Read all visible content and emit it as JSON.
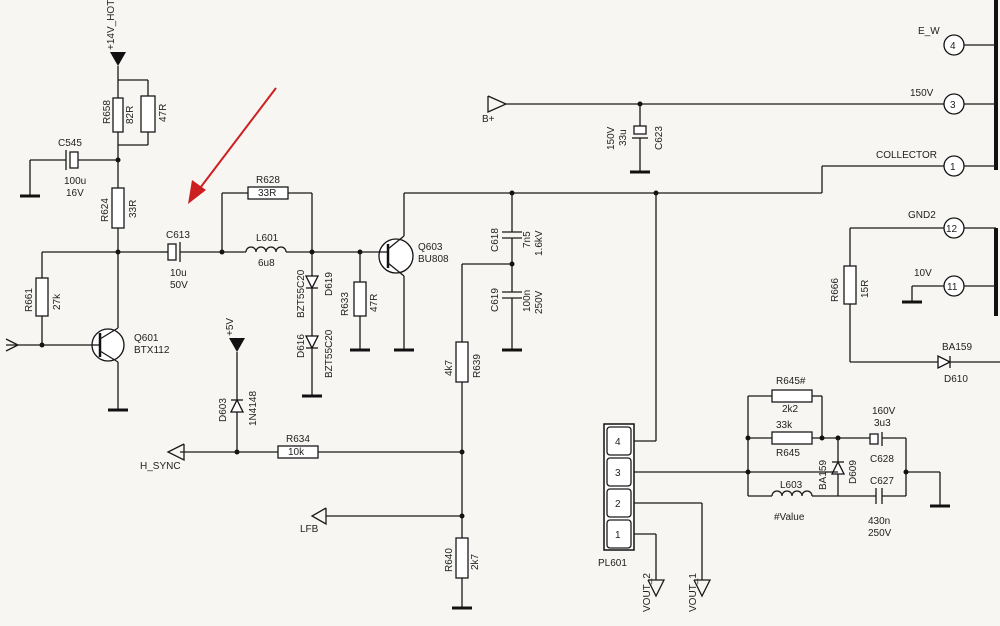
{
  "colors": {
    "wire": "#1a1a1a",
    "paper": "#f7f6f3",
    "annotation": "#cc1f1f"
  },
  "rails": {
    "plus14v_hot": "+14V_HOT",
    "b_plus": "B+",
    "plus5v": "+5V"
  },
  "signals": {
    "h_sync": "H_SYNC",
    "lfb": "LFB",
    "vout2": "VOUT_2",
    "vout1": "VOUT_1"
  },
  "components": {
    "r658": {
      "ref": "R658",
      "val": "82R"
    },
    "r658b": {
      "val": "47R"
    },
    "c545": {
      "ref": "C545",
      "val1": "100u",
      "val2": "16V"
    },
    "r624": {
      "ref": "R624",
      "val": "33R"
    },
    "r661": {
      "ref": "R661",
      "val": "27k"
    },
    "q601": {
      "ref": "Q601",
      "val": "BTX112"
    },
    "c613": {
      "ref": "C613",
      "val1": "10u",
      "val2": "50V"
    },
    "r628": {
      "ref": "R628",
      "val": "33R"
    },
    "l601": {
      "ref": "L601",
      "val": "6u8"
    },
    "d619": {
      "ref": "D619",
      "val": "BZT55C20"
    },
    "d616": {
      "ref": "D616",
      "val": "BZT55C20"
    },
    "r633": {
      "ref": "R633",
      "val": "47R"
    },
    "q603": {
      "ref": "Q603",
      "val": "BU808"
    },
    "c618": {
      "ref": "C618",
      "val1": "7n5",
      "val2": "1.6kV"
    },
    "c619": {
      "ref": "C619",
      "val1": "100n",
      "val2": "250V"
    },
    "r639": {
      "ref": "R639",
      "val": "4k7"
    },
    "c623": {
      "ref": "C623",
      "val1": "150V",
      "val2": "33u"
    },
    "d603": {
      "ref": "D603",
      "val": "1N4148"
    },
    "r634": {
      "ref": "R634",
      "val": "10k"
    },
    "r640": {
      "ref": "R640",
      "val": "2k7"
    },
    "r666": {
      "ref": "R666",
      "val": "15R"
    },
    "d610": {
      "ref": "D610",
      "val": "BA159"
    },
    "r645a": {
      "ref": "R645#",
      "val": "2k2"
    },
    "r645": {
      "ref": "R645",
      "val": "33k"
    },
    "d609": {
      "ref": "D609",
      "val": "BA159"
    },
    "c628": {
      "ref": "C628",
      "val1": "160V",
      "val2": "3u3"
    },
    "c627": {
      "ref": "C627",
      "val1": "430n",
      "val2": "250V"
    },
    "l603": {
      "ref": "L603",
      "val": "#Value"
    },
    "pl601": {
      "ref": "PL601"
    }
  },
  "connector": {
    "pins": [
      {
        "num": "4",
        "label": "E_W"
      },
      {
        "num": "3",
        "label": "150V"
      },
      {
        "num": "1",
        "label": "COLLECTOR"
      },
      {
        "num": "12",
        "label": "GND2"
      },
      {
        "num": "11",
        "label": "10V"
      }
    ]
  },
  "plug_pins": [
    "4",
    "3",
    "2",
    "1"
  ]
}
